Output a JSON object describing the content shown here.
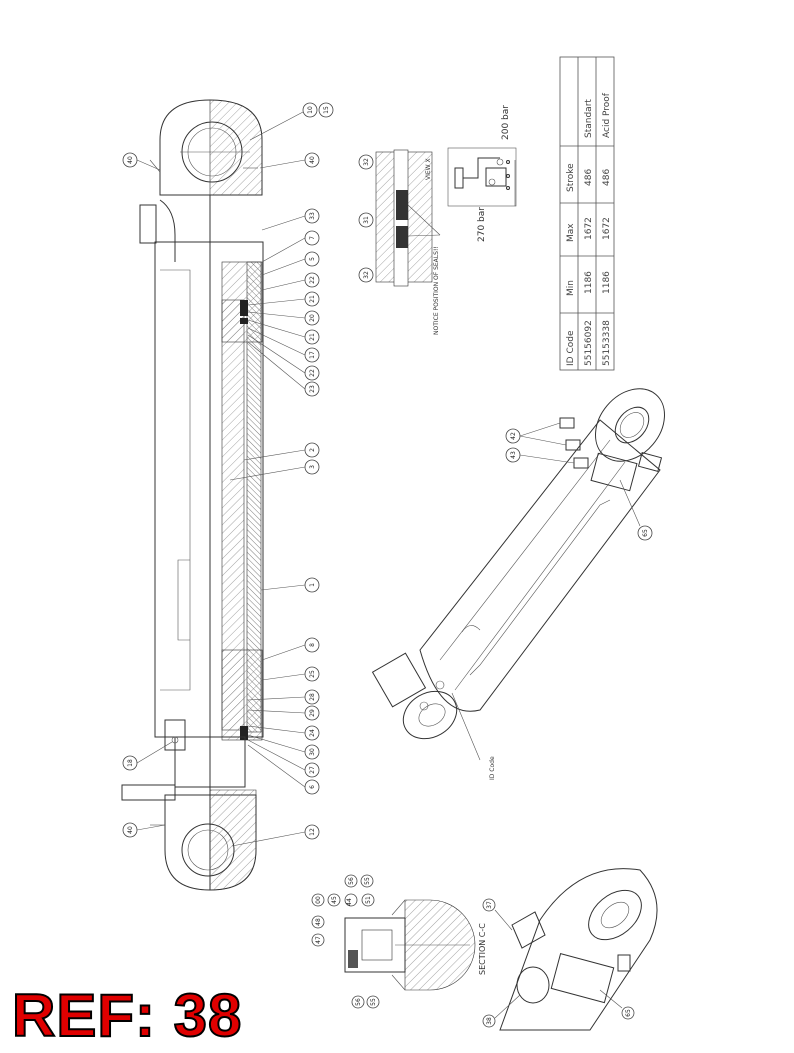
{
  "stamp": {
    "text": "REF: 38",
    "color": "#e00000"
  },
  "table": {
    "headers": [
      "ID Code",
      "Min",
      "Max",
      "Stroke",
      ""
    ],
    "rows": [
      [
        "55156092",
        "1186",
        "1672",
        "486",
        "Standart"
      ],
      [
        "55153338",
        "1186",
        "1672",
        "486",
        "Acid Proof"
      ]
    ]
  },
  "hydraulic": {
    "pressure_high": "270 bar",
    "pressure_low": "200 bar"
  },
  "detail": {
    "notice": "NOTICE POSITION OF SEALS!!",
    "view": "VIEW X",
    "section": "SECTION C-C"
  },
  "labels": {
    "id_code": "ID Code"
  },
  "balloons_main": [
    {
      "n": "40"
    },
    {
      "n": "10"
    },
    {
      "n": "15"
    },
    {
      "n": "40"
    },
    {
      "n": "33"
    },
    {
      "n": "7"
    },
    {
      "n": "5"
    },
    {
      "n": "22"
    },
    {
      "n": "21"
    },
    {
      "n": "20"
    },
    {
      "n": "21"
    },
    {
      "n": "17"
    },
    {
      "n": "22"
    },
    {
      "n": "23"
    },
    {
      "n": "2"
    },
    {
      "n": "3"
    },
    {
      "n": "1"
    },
    {
      "n": "8"
    },
    {
      "n": "25"
    },
    {
      "n": "28"
    },
    {
      "n": "29"
    },
    {
      "n": "24"
    },
    {
      "n": "30"
    },
    {
      "n": "27"
    },
    {
      "n": "6"
    },
    {
      "n": "18"
    },
    {
      "n": "40"
    },
    {
      "n": "12"
    }
  ],
  "balloons_detail": [
    {
      "n": "32"
    },
    {
      "n": "31"
    },
    {
      "n": "32"
    }
  ],
  "balloons_iso": [
    {
      "n": "42"
    },
    {
      "n": "43"
    },
    {
      "n": "65"
    }
  ],
  "balloons_section": [
    {
      "n": "56"
    },
    {
      "n": "55"
    },
    {
      "n": "44"
    },
    {
      "n": "45"
    },
    {
      "n": "00"
    },
    {
      "n": "48"
    },
    {
      "n": "47"
    },
    {
      "n": "51"
    },
    {
      "n": "37"
    },
    {
      "n": "38"
    },
    {
      "n": "65"
    },
    {
      "n": "56"
    },
    {
      "n": "55"
    }
  ]
}
